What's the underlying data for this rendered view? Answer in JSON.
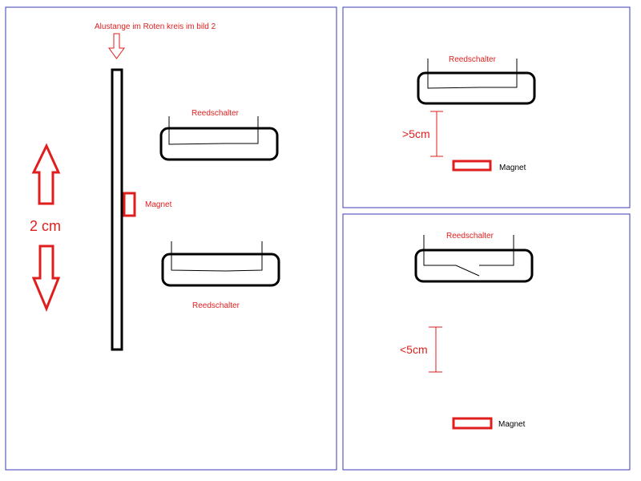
{
  "colors": {
    "panel_border": "#3b3bb8",
    "red": "#e01e1e",
    "black": "#000000"
  },
  "panel_left": {
    "rod_caption": "Alustange im Roten kreis im bild 2",
    "distance_label": "2 cm",
    "magnet_label": "Magnet",
    "reed_top_label": "Reedschalter",
    "reed_bottom_label": "Reedschalter"
  },
  "panel_top_right": {
    "reed_label": "Reedschalter",
    "distance_label": ">5cm",
    "magnet_label": "Magnet"
  },
  "panel_bottom_right": {
    "reed_label": "Reedschalter",
    "distance_label": "<5cm",
    "magnet_label": "Magnet"
  }
}
